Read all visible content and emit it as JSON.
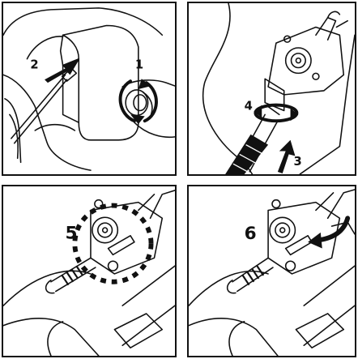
{
  "panels": [
    {
      "id": "top-left",
      "steps": [
        "1",
        "2"
      ]
    },
    {
      "id": "top-right",
      "steps": [
        "3",
        "4"
      ]
    },
    {
      "id": "bottom-left",
      "steps": [
        "5"
      ]
    },
    {
      "id": "bottom-right",
      "steps": [
        "6"
      ]
    }
  ],
  "colors": {
    "line": "#111111",
    "background": "#ffffff"
  }
}
